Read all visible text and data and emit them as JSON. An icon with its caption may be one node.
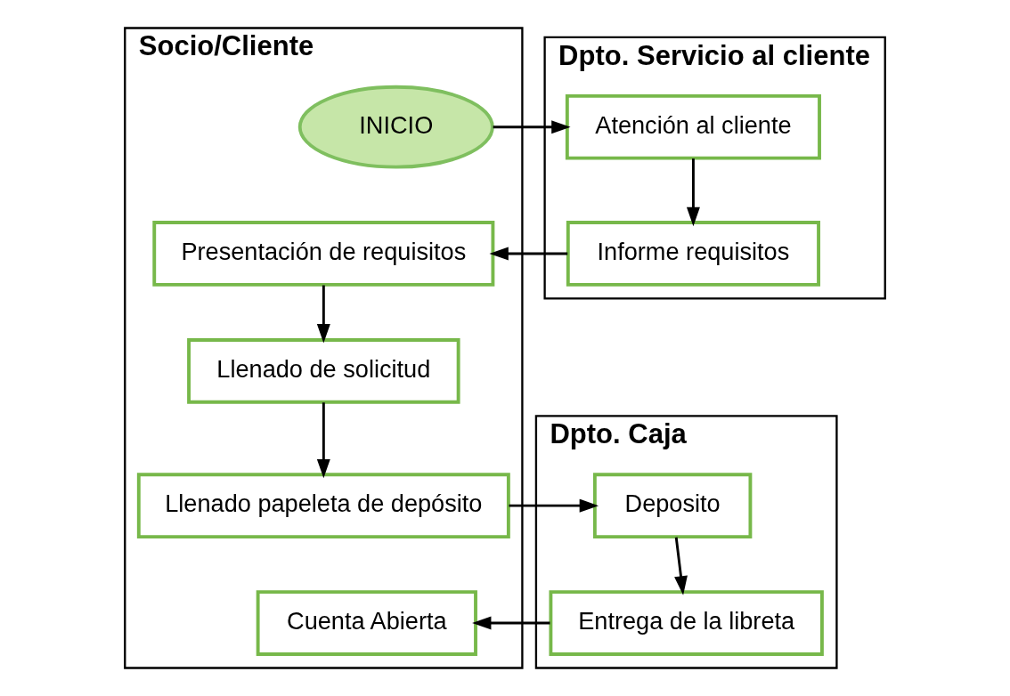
{
  "diagram": {
    "nodes": [
      {
        "text": [
          "Socio/Cliente"
        ]
      },
      {
        "text": [
          "Dpto. Servicio al cliente"
        ]
      },
      {
        "text": [
          "Dpto. Caja"
        ]
      },
      {
        "text": [
          "INICIO"
        ],
        "in": 0
      },
      {
        "text": [
          "Atención al cliente"
        ],
        "in": 1
      },
      {
        "text": [
          "Informe requisitos"
        ],
        "in": 1
      },
      {
        "text": [
          "Presentación de requisitos"
        ],
        "in": 0
      },
      {
        "text": [
          "Llenado de solicitud"
        ],
        "in": 0
      },
      {
        "text": [
          "Llenado papeleta de depósito"
        ],
        "in": 0
      },
      {
        "text": [
          "Deposito"
        ],
        "in": 2
      },
      {
        "text": [
          "Cuenta Abierta"
        ],
        "in": 0
      },
      {
        "text": [
          "Entrega de la libreta"
        ],
        "in": 2
      }
    ],
    "edges": [
      {
        "from": 3,
        "to": 4,
        "arrow": "to"
      },
      {
        "from": 4,
        "to": 5,
        "arrow": "to"
      },
      {
        "from": 5,
        "to": 6,
        "arrow": "to"
      },
      {
        "from": 6,
        "to": 7,
        "arrow": "to"
      },
      {
        "from": 7,
        "to": 8,
        "arrow": "to"
      },
      {
        "from": 8,
        "to": 9,
        "arrow": "to"
      },
      {
        "from": 9,
        "to": 11,
        "arrow": "to"
      },
      {
        "from": 11,
        "to": 10,
        "arrow": "to"
      }
    ]
  }
}
